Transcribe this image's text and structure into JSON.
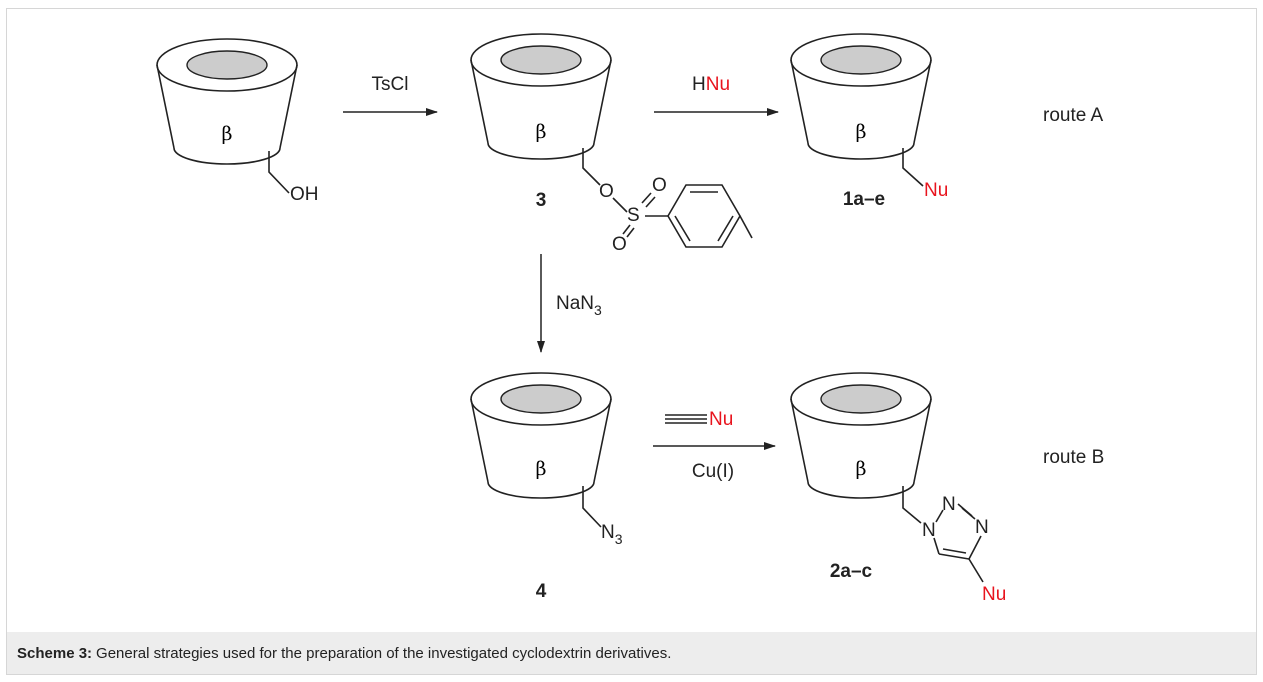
{
  "colors": {
    "ink": "#222222",
    "nucleophile": "#e8141e",
    "cavity": "#cccccc",
    "caption_bg": "#ededed",
    "frame": "#d6d6d6"
  },
  "cd_symbol": "β",
  "reagents": {
    "tscl": "TsCl",
    "hnu_h": "H",
    "hnu_nu": "Nu",
    "nan3_main": "NaN",
    "nan3_sub": "3",
    "alkyne_nu": "Nu",
    "cu": "Cu(I)"
  },
  "groups": {
    "oh": "OH",
    "nu_1": "Nu",
    "o": "O",
    "s": "S",
    "o_top": "O",
    "o_bot": "O",
    "n_azide": "N",
    "n_azide_sub": "3",
    "n1": "N",
    "n2": "N",
    "n3": "N",
    "nu_2": "Nu"
  },
  "compounds": {
    "c3": "3",
    "c1": "1a–e",
    "c4": "4",
    "c2": "2a–c"
  },
  "routes": {
    "a": "route A",
    "b": "route B"
  },
  "caption": {
    "label": "Scheme 3:",
    "text": "General strategies used for the preparation of the investigated cyclodextrin derivatives."
  }
}
